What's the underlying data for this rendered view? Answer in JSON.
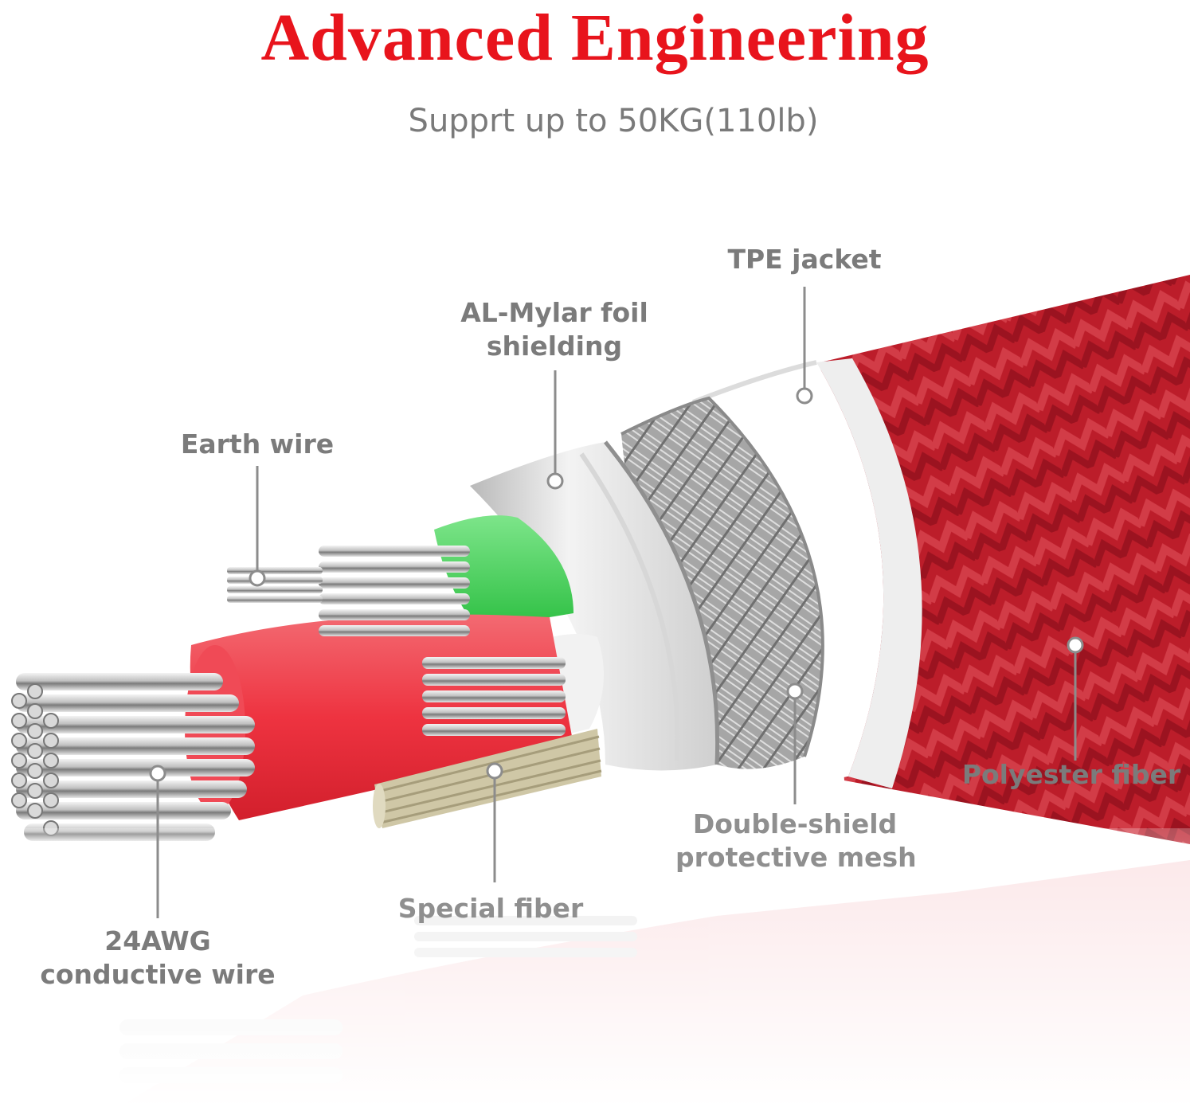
{
  "header": {
    "title": "Advanced Engineering",
    "subtitle": "Supprt up to 50KG(110lb)"
  },
  "labels": {
    "tpe_jacket": "TPE jacket",
    "al_mylar_line1": "AL-Mylar foil",
    "al_mylar_line2": "shielding",
    "earth_wire": "Earth wire",
    "polyester_fiber": "Polyester fiber",
    "double_shield_line1": "Double-shield",
    "double_shield_line2": "protective mesh",
    "special_fiber": "Special fiber",
    "conductive_line1": "24AWG",
    "conductive_line2": "conductive wire"
  },
  "colors": {
    "title_red": "#e8141c",
    "braid_red": "#c8202e",
    "insulation_red": "#ef3340",
    "insulation_green": "#3ccf4e",
    "label_gray": "#7b7b7b"
  }
}
